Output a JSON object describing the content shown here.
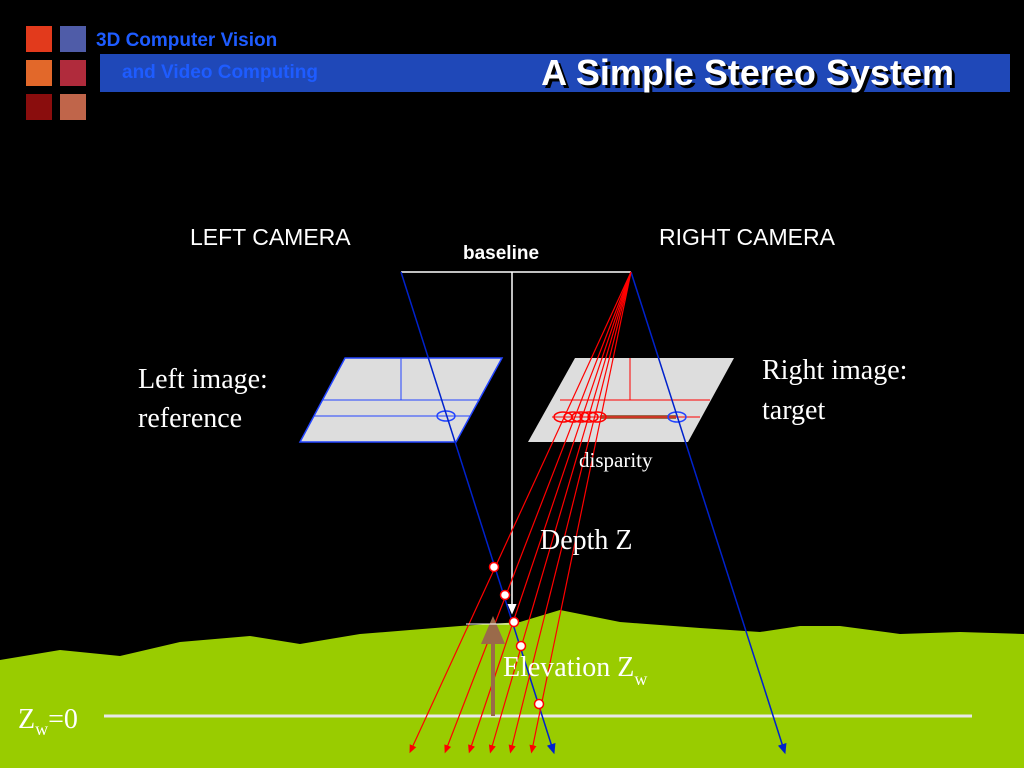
{
  "header": {
    "course_line1": "3D Computer Vision",
    "course_line2": "and Video Computing",
    "title": "A Simple Stereo System",
    "logo_colors": [
      "#e23a1c",
      "#4f5ca8",
      "#e2682a",
      "#b02b3c",
      "#8a0d0d",
      "#c0654a"
    ],
    "bar_color": "#1f48b8"
  },
  "diagram": {
    "left_camera": "LEFT CAMERA",
    "right_camera": "RIGHT CAMERA",
    "baseline": "baseline",
    "left_image_line1": "Left image:",
    "left_image_line2": "reference",
    "right_image_line1": "Right image:",
    "right_image_line2": "target",
    "disparity": "disparity",
    "depth": "Depth Z",
    "elevation": "Elevation Z",
    "elevation_sub": "w",
    "zw_base": "Z",
    "zw_sub": "w",
    "zw_rest": "=0",
    "colors": {
      "ground": "#99cc00",
      "ray_right": "#ff0000",
      "ray_left": "#0022cc",
      "image_plane": "#dddddd",
      "arrow_brown": "#9a6a4a"
    }
  }
}
